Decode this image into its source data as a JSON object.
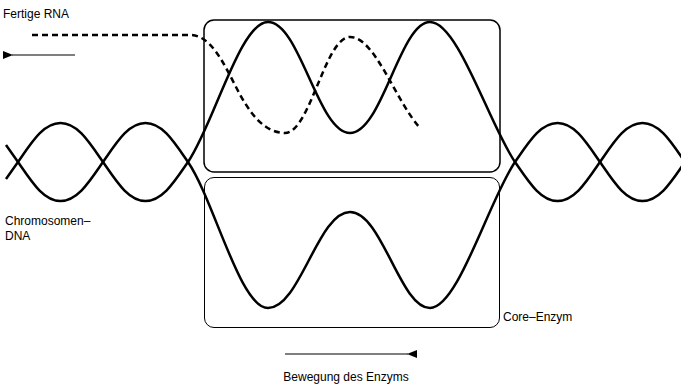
{
  "diagram": {
    "nodes": [
      {
        "text": [
          "Core–Enzym"
        ]
      }
    ],
    "labels": [
      "Fertige RNA",
      "Chromosomen– DNA",
      "Bewegung des Enzyms"
    ]
  }
}
